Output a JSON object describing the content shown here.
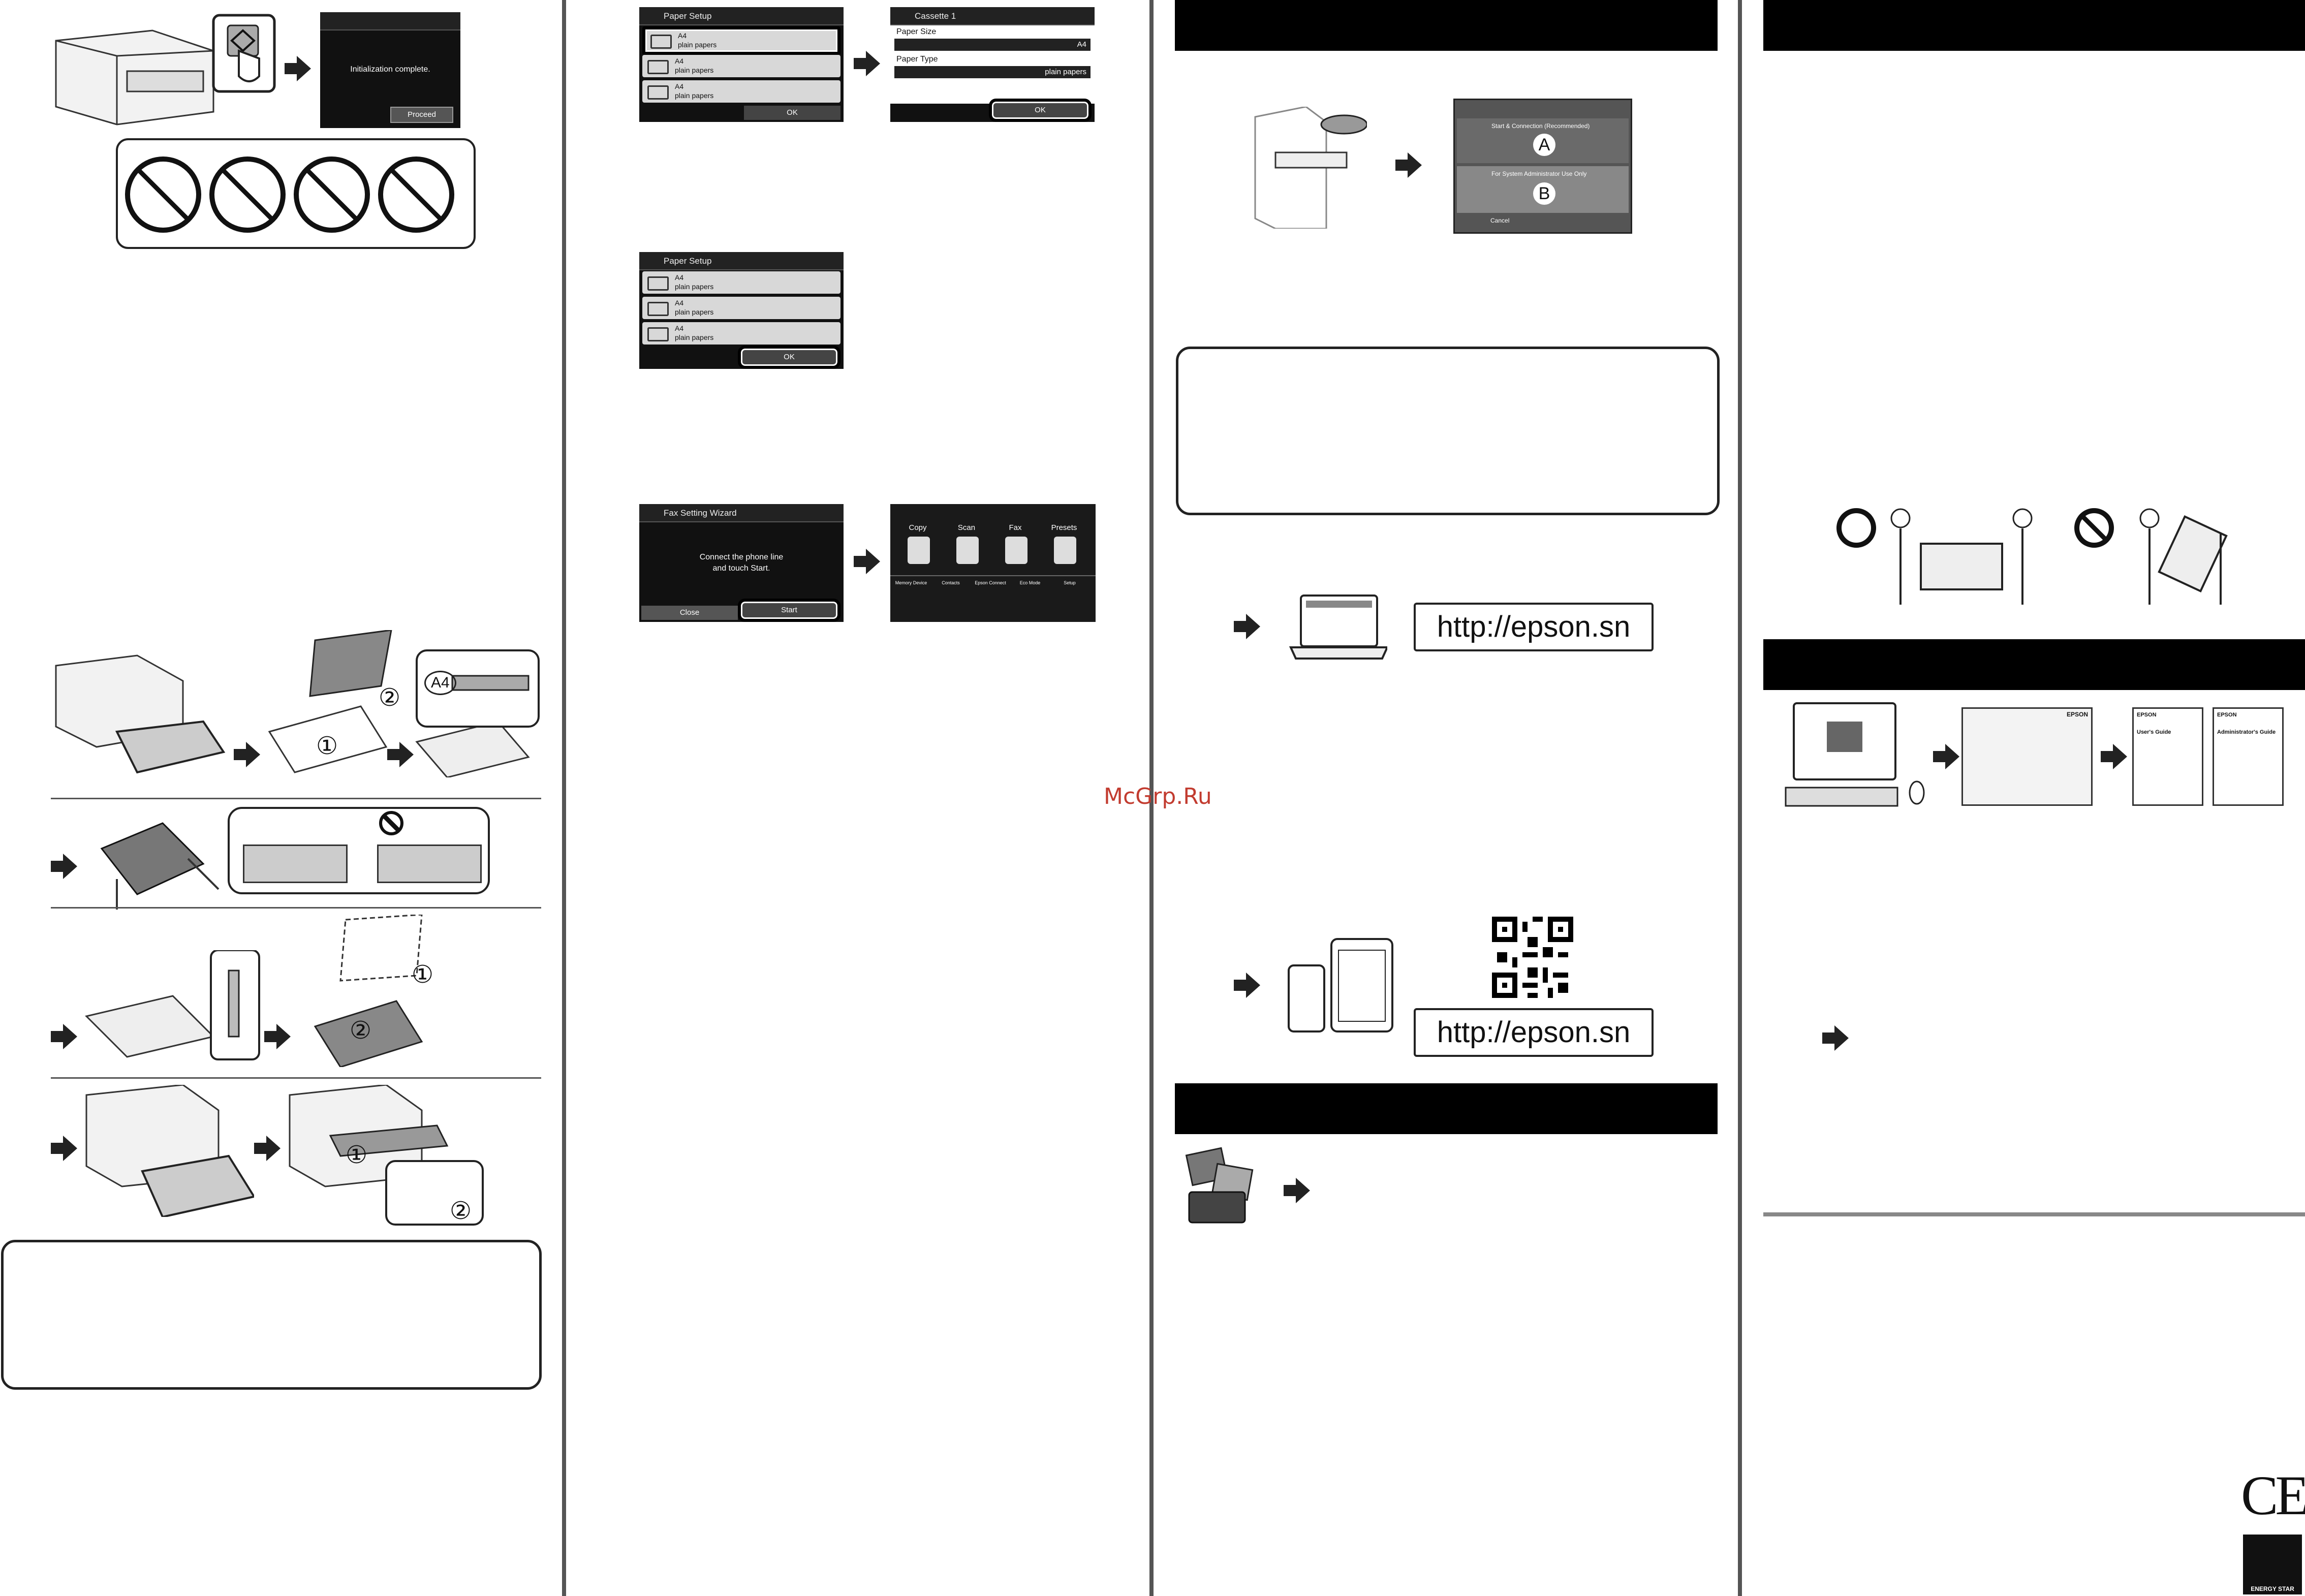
{
  "watermark": "McGrp.Ru",
  "init_screen": {
    "title": "",
    "message": "Initialization complete.",
    "button": "Proceed"
  },
  "paper_setup_1": {
    "title": "Paper Setup",
    "rows": [
      {
        "size": "A4",
        "type": "plain papers"
      },
      {
        "size": "A4",
        "type": "plain papers"
      },
      {
        "size": "A4",
        "type": "plain papers"
      }
    ],
    "ok": "OK"
  },
  "cassette_screen": {
    "title": "Cassette 1",
    "size_label": "Paper Size",
    "size_value": "A4",
    "type_label": "Paper Type",
    "type_value": "plain papers",
    "ok": "OK"
  },
  "paper_setup_2": {
    "title": "Paper Setup",
    "rows": [
      {
        "size": "A4",
        "type": "plain papers"
      },
      {
        "size": "A4",
        "type": "plain papers"
      },
      {
        "size": "A4",
        "type": "plain papers"
      }
    ],
    "ok": "OK"
  },
  "fax_wizard": {
    "title": "Fax Setting Wizard",
    "message_line1": "Connect the phone line",
    "message_line2": "and touch Start.",
    "close": "Close",
    "start": "Start"
  },
  "home_screen": {
    "tiles": [
      "Copy",
      "Scan",
      "Fax",
      "Presets"
    ],
    "small": [
      "Memory Device",
      "Contacts",
      "Epson Connect",
      "Eco Mode",
      "Setup"
    ]
  },
  "cd_installer": {
    "option_a": "Start & Connection (Recommended)",
    "option_a_mark": "A",
    "option_b": "For System Administrator Use Only",
    "option_b_mark": "B",
    "cancel": "Cancel"
  },
  "tray_label": "A4",
  "circled": {
    "one": "①",
    "two": "②"
  },
  "urls": {
    "computer": "http://epson.sn",
    "mobile": "http://epson.sn"
  },
  "manual_screen": {
    "brand": "EPSON",
    "users_guide": "User's Guide",
    "admin_guide": "Administrator's Guide",
    "doc_brand": "EPSON"
  },
  "certifications": {
    "ce": "CE",
    "energy_star": "ENERGY STAR"
  }
}
